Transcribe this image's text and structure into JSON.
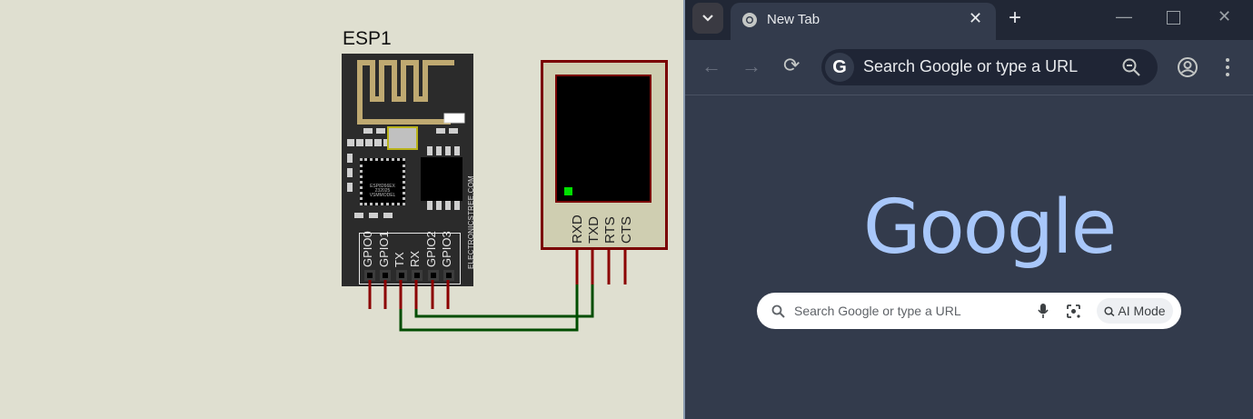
{
  "schematic": {
    "module_label": "ESP1",
    "esp_pins": [
      "GPIO0",
      "GPIO1",
      "TX",
      "RX",
      "GPIO2",
      "GPIO3"
    ],
    "vendor_text": "ELECTRONICSTREE.COM",
    "chip_text": [
      "ESP8266EX",
      "232025",
      "VSMMODEL"
    ],
    "terminal_pins": [
      "RXD",
      "TXD",
      "RTS",
      "CTS"
    ],
    "colors": {
      "wire_pin": "#8b0000",
      "wire_net": "#004d00",
      "led": "#00e000"
    }
  },
  "browser": {
    "tab": {
      "title": "New Tab"
    },
    "omnibox": {
      "placeholder": "Search Google or type a URL"
    },
    "logo": "Google",
    "search": {
      "placeholder": "Search Google or type a URL",
      "ai_mode_label": "AI Mode"
    },
    "colors": {
      "logo": "#a8c7fa",
      "background": "#333b4c",
      "tabstrip": "#212735"
    }
  }
}
